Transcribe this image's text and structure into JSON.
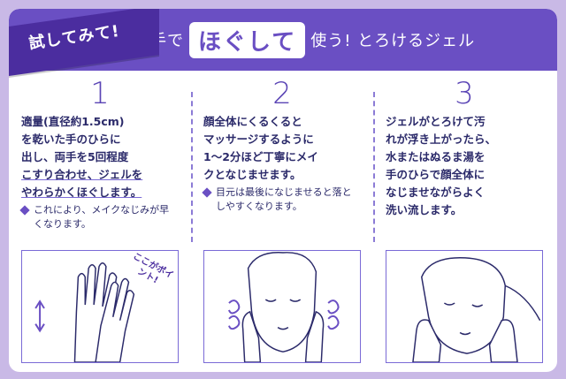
{
  "ribbon": {
    "label": "試してみて!"
  },
  "header": {
    "prefix": "手で",
    "emphasis": "ほぐして",
    "suffix": "使う! とろけるジェル"
  },
  "steps": [
    {
      "number": "1",
      "lines": [
        "適量(直径約1.5cm)",
        "を乾いた手のひらに",
        "出し、両手を5回程度",
        "こすり合わせ、ジェルを",
        "やわらかくほぐします。"
      ],
      "note": "これにより、メイクなじみが早くなります。",
      "callout": "ここがポイント!"
    },
    {
      "number": "2",
      "lines": [
        "顔全体にくるくると",
        "マッサージするように",
        "1〜2分ほど丁寧にメイ",
        "クとなじませます。"
      ],
      "note": "目元は最後になじませると落としやすくなります。"
    },
    {
      "number": "3",
      "lines": [
        "ジェルがとろけて汚",
        "れが浮き上がったら、",
        "水またはぬるま湯を",
        "手のひらで顔全体に",
        "なじませながらよく",
        "洗い流します。"
      ]
    }
  ],
  "colors": {
    "background": "#c9b9e6",
    "header": "#6a4fc3",
    "ribbon": "#4b2d9f",
    "text": "#2b2a6a"
  }
}
